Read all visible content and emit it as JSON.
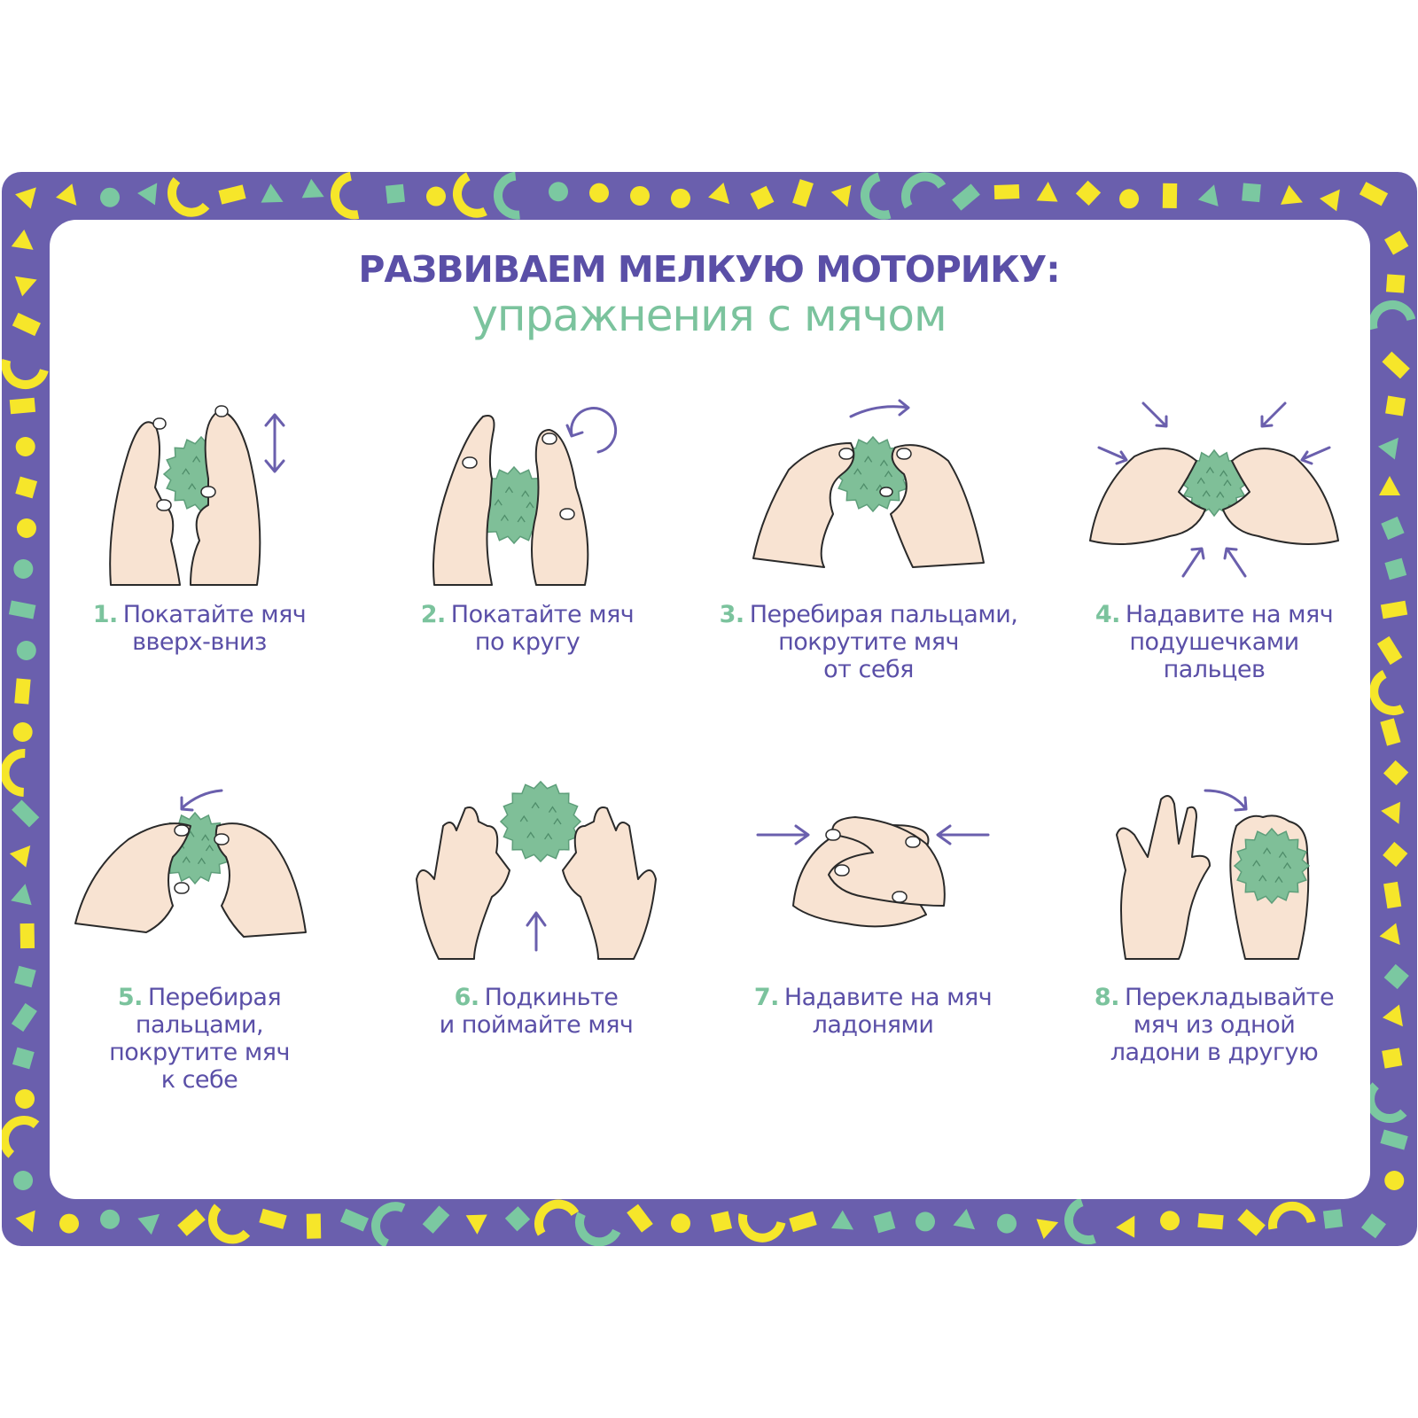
{
  "colors": {
    "frame": "#6a5fad",
    "title": "#5a4fa7",
    "subtitle": "#7bc39d",
    "yellow": "#f6e62a",
    "mint": "#7bc8a1",
    "skin": "#f8e3d2",
    "ball": "#7fbf98",
    "outline": "#2a2a2a",
    "arrow": "#6a5fad"
  },
  "header": {
    "title": "РАЗВИВАЕМ МЕЛКУЮ МОТОРИКУ:",
    "subtitle": "упражнения с мячом"
  },
  "steps": [
    {
      "number": "1.",
      "icon": "hands-roll-up-down",
      "lines": [
        "Покатайте мяч",
        "вверх-вниз"
      ]
    },
    {
      "number": "2.",
      "icon": "hands-roll-circle",
      "lines": [
        "Покатайте мяч",
        "по кругу"
      ]
    },
    {
      "number": "3.",
      "icon": "fingers-roll-away",
      "lines": [
        "Перебирая пальцами,",
        "покрутите мяч",
        "от себя"
      ]
    },
    {
      "number": "4.",
      "icon": "fingertips-press",
      "lines": [
        "Надавите на мяч",
        "подушечками",
        "пальцев"
      ]
    },
    {
      "number": "5.",
      "icon": "fingers-roll-toward",
      "lines": [
        "Перебирая",
        "пальцами,",
        "покрутите мяч",
        "к себе"
      ]
    },
    {
      "number": "6.",
      "icon": "toss-and-catch",
      "lines": [
        "Подкиньте",
        "и поймайте мяч"
      ]
    },
    {
      "number": "7.",
      "icon": "palms-press",
      "lines": [
        "Надавите на мяч",
        "ладонями"
      ]
    },
    {
      "number": "8.",
      "icon": "palm-to-palm-transfer",
      "lines": [
        "Перекладывайте",
        "мяч из одной",
        "ладони в другую"
      ]
    }
  ]
}
